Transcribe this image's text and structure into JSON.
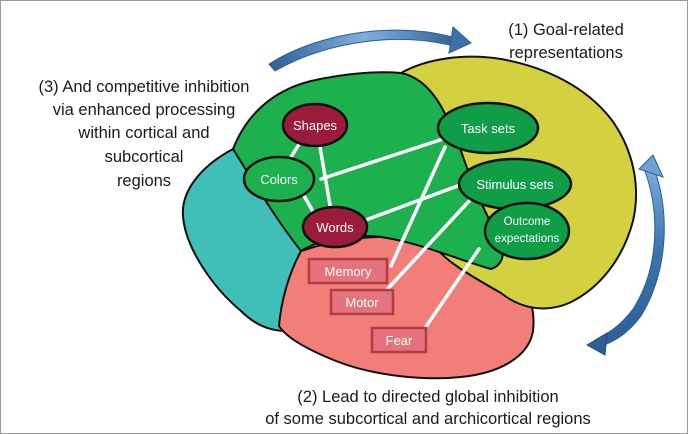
{
  "captions": {
    "top_right_line1": "(1) Goal-related",
    "top_right_line2": "representations",
    "left_line1": "(3) And competitive inhibition",
    "left_line2": "via enhanced processing",
    "left_line3": "within cortical and",
    "left_line4": "subcortical",
    "left_line5": "regions",
    "bottom_line1": "(2) Lead to directed global inhibition",
    "bottom_line2": "of some subcortical and archicortical regions"
  },
  "nodes": {
    "shapes": "Shapes",
    "colors": "Colors",
    "words": "Words",
    "task_sets": "Task sets",
    "stimulus_sets": "Stimulus sets",
    "outcome_line1": "Outcome",
    "outcome_line2": "expectations",
    "memory": "Memory",
    "motor": "Motor",
    "fear": "Fear"
  },
  "colors": {
    "prefrontal_yellow": "#d4d140",
    "cortex_green": "#1cb14e",
    "occipital_teal": "#3fbfb8",
    "subcortical_salmon": "#f17e78",
    "node_green": "#0f9e46",
    "node_maroon": "#9b1b3b",
    "box_red": "#e5737b",
    "arrow_blue": "#4a86c1"
  }
}
